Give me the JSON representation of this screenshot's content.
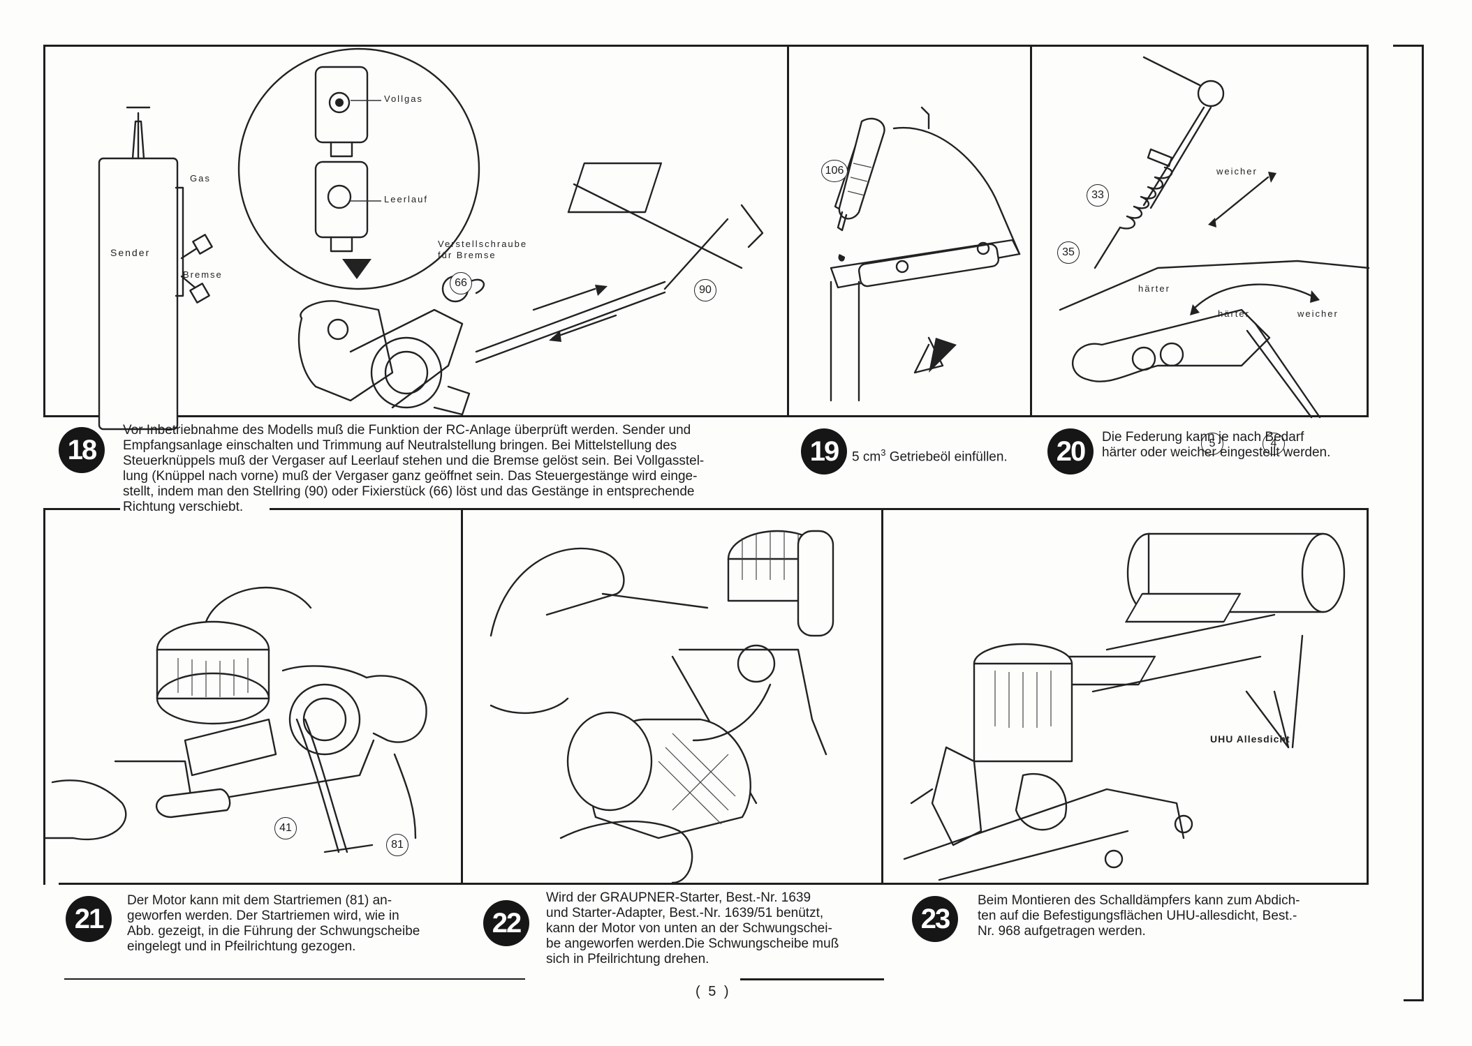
{
  "page_number": "( 5 )",
  "labels": {
    "vollgas": "Vollgas",
    "leerlauf": "Leerlauf",
    "gas": "Gas",
    "sender": "Sender",
    "bremse": "Bremse",
    "verstellschraube": "Verstellschraube\nfür Bremse",
    "weicher": "weicher",
    "haerter": "härter",
    "uhu": "UHU Allesdicht"
  },
  "callouts": {
    "c66": "66",
    "c90": "90",
    "c106": "106",
    "c33": "33",
    "c35": "35",
    "c5": "5",
    "c4": "4",
    "c41": "41",
    "c81": "81"
  },
  "steps": [
    {
      "number": "18",
      "text": "Vor Inbetriebnahme des Modells muß die Funktion der RC-Anlage überprüft werden. Sender und\nEmpfangsanlage einschalten und Trimmung auf Neutralstellung bringen. Bei Mittelstellung des\nSteuerknüppels muß der Vergaser auf Leerlauf stehen und die Bremse gelöst sein. Bei Vollgasstel-\nlung (Knüppel nach vorne) muß der Vergaser ganz geöffnet sein. Das Steuergestänge wird einge-\nstellt, indem man den Stellring (90) oder Fixierstück (66) löst und das Gestänge in entsprechende\nRichtung verschiebt."
    },
    {
      "number": "19",
      "text_prefix": "5 cm",
      "text_sup": "3",
      "text": " Getriebeöl einfüllen."
    },
    {
      "number": "20",
      "text": "Die Federung kann je nach Bedarf\nhärter oder weicher eingestellt werden."
    },
    {
      "number": "21",
      "text": "Der Motor kann mit dem Startriemen (81) an-\ngeworfen werden. Der Startriemen wird, wie in\nAbb. gezeigt, in die Führung der Schwungscheibe\neingelegt und in Pfeilrichtung gezogen."
    },
    {
      "number": "22",
      "text": "Wird der GRAUPNER-Starter, Best.-Nr. 1639\nund Starter-Adapter, Best.-Nr. 1639/51 benützt,\nkann der Motor von unten an der Schwungschei-\nbe angeworfen werden.Die Schwungscheibe muß\nsich in Pfeilrichtung drehen."
    },
    {
      "number": "23",
      "text": "Beim Montieren des Schalldämpfers kann zum Abdich-\nten auf die Befestigungsflächen UHU-allesdicht, Best.-\nNr. 968 aufgetragen werden."
    }
  ]
}
